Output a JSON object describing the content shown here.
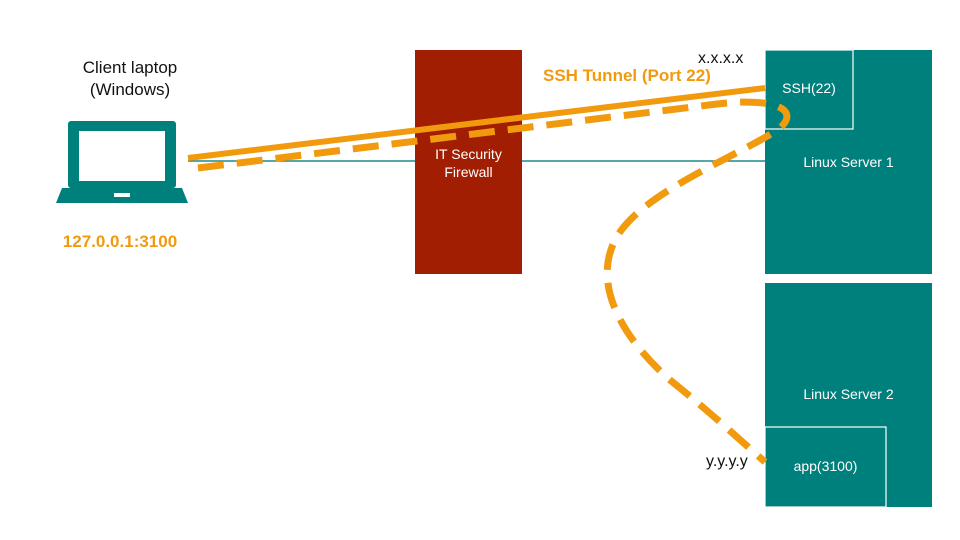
{
  "client": {
    "label_line1": "Client laptop",
    "label_line2": "(Windows)",
    "address": "127.0.0.1:3100",
    "icon": "laptop-icon"
  },
  "firewall": {
    "line1": "IT Security",
    "line2": "Firewall"
  },
  "tunnel": {
    "label": "SSH Tunnel (Port 22)"
  },
  "server1": {
    "ip": "x.x.x.x",
    "name": "Linux Server 1",
    "port_box": "SSH(22)"
  },
  "server2": {
    "ip": "y.y.y.y",
    "name": "Linux Server 2",
    "port_box": "app(3100)"
  },
  "colors": {
    "teal": "#00807D",
    "firewall_red": "#A11E02",
    "tunnel_orange": "#F29A0E",
    "connection_line": "#1E8C8A"
  }
}
